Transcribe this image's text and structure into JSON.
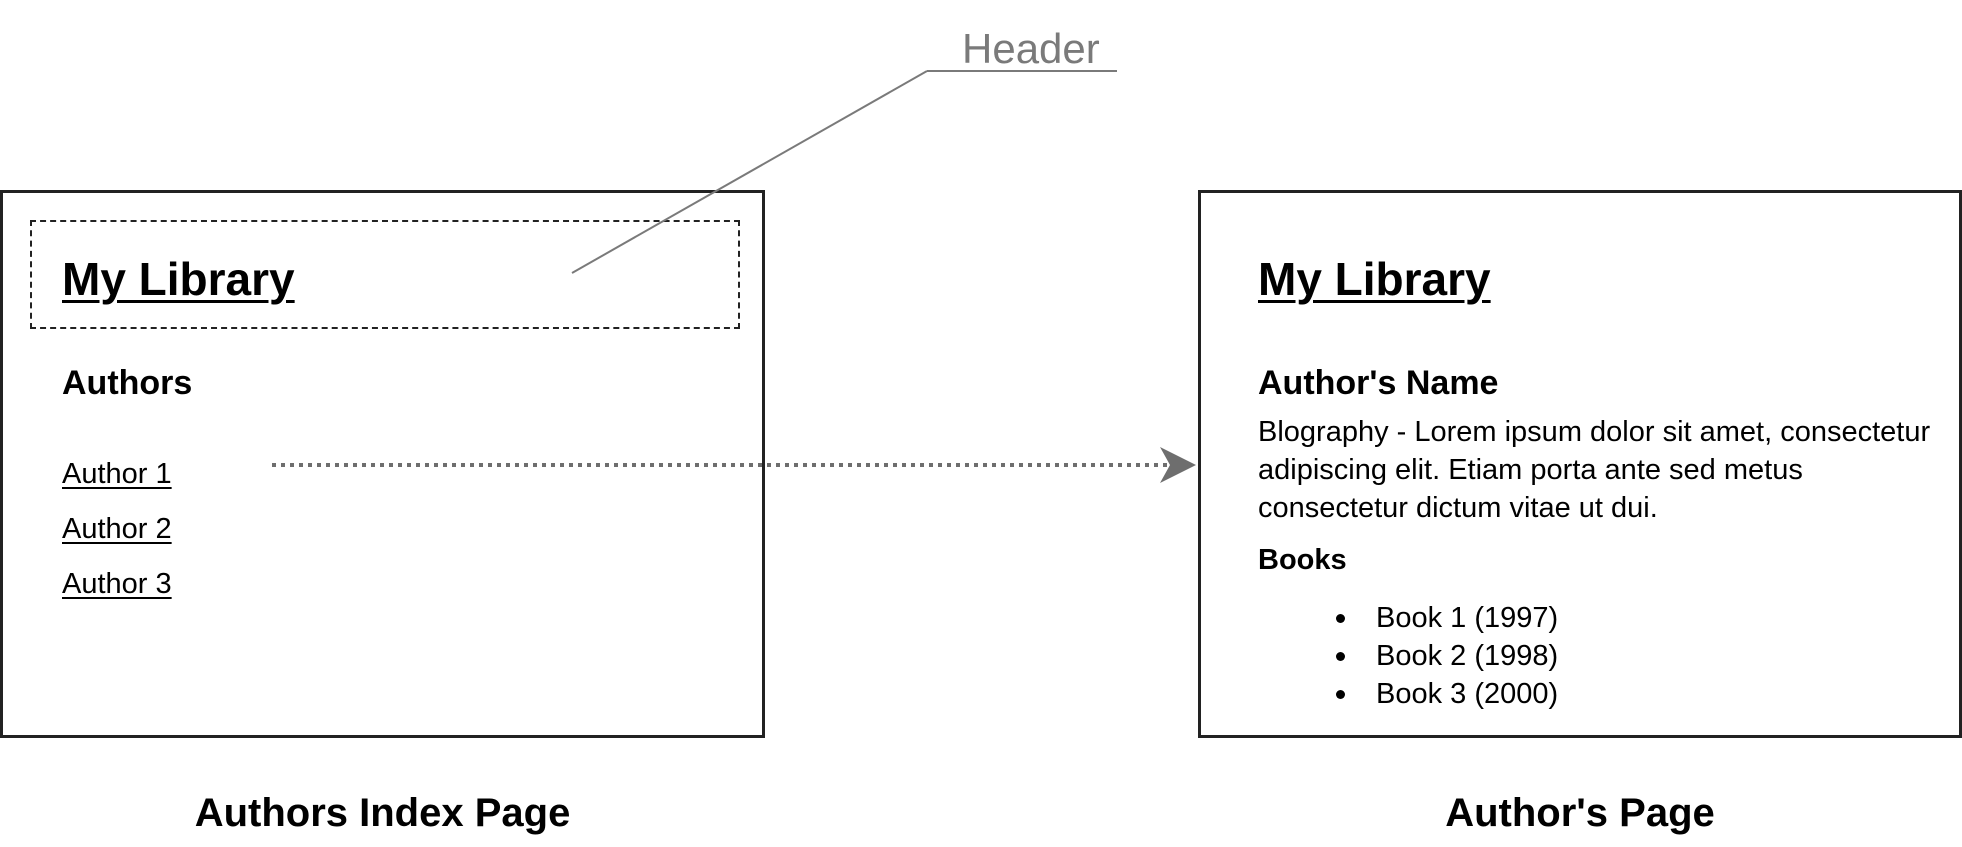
{
  "callout": {
    "label": "Header"
  },
  "authors_index_page": {
    "site_title": "My Library",
    "heading": "Authors",
    "author_links": [
      "Author 1",
      "Author 2",
      "Author 3"
    ],
    "caption": "Authors Index Page"
  },
  "author_page": {
    "site_title": "My Library",
    "heading": "Author's Name",
    "biography": "Blography - Lorem ipsum dolor sit amet, consectetur adipiscing elit. Etiam porta ante sed metus consectetur dictum vitae ut dui.",
    "books_heading": "Books",
    "books": [
      "Book 1 (1997)",
      "Book 2 (1998)",
      "Book 3 (2000)"
    ],
    "caption": "Author's Page"
  },
  "colors": {
    "frame_border": "#222222",
    "callout_line": "#7a7a7a",
    "arrow": "#6e6e6e",
    "text": "#000000"
  }
}
